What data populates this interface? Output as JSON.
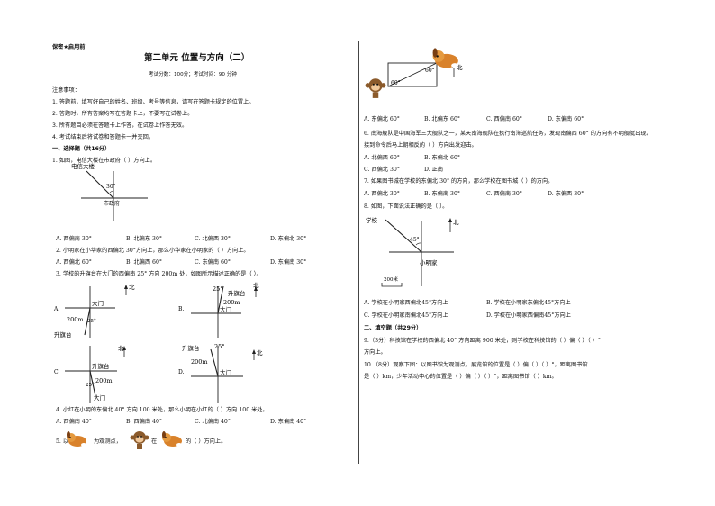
{
  "header": {
    "secret": "保密★启用前",
    "title": "第二单元 位置与方向（二）",
    "meta": "考试分数：100分；考试时间：90 分钟"
  },
  "notes": {
    "heading": "注意事项：",
    "items": [
      "1. 答题前，填写好自己的姓名、班级、考号等信息，请写在答题卡规定的位置上。",
      "2. 答题时，所有答案均写在答题卡上，不要写在试卷上。",
      "3. 所有题目必须在答题卡上作答，在试卷上作答无效。",
      "4. 考试结束后将试卷和答题卡一并交回。"
    ]
  },
  "section1": {
    "heading": "一、选择题（共16分）"
  },
  "q1": {
    "text": "1. 如图，电信大楼在市政府（        ）方向上。",
    "fig": {
      "top": "电信大楼",
      "bottom": "市政府",
      "angle": "30°"
    },
    "options": [
      "A. 西偏南 30°",
      "B. 北偏东 30°",
      "C. 北偏西 30°",
      "D. 东偏北 30°"
    ]
  },
  "q2": {
    "text": "2. 小明家在小华家的西偏北 30°方向上，那么小华家在小明家的（        ）方向上。",
    "options": [
      "A. 西偏北 60°",
      "B. 北偏西 60°",
      "C. 东偏南 60°",
      "D. 东偏南 30°"
    ]
  },
  "q3": {
    "text": "3. 学校的升旗台在大门的西偏南 25° 方向 200m 处，如图所示描述正确的是（        ）。",
    "labels": {
      "a": "A.",
      "b": "B.",
      "c": "C.",
      "d": "D.",
      "north": "北",
      "gate": "大门",
      "flag": "升旗台",
      "dist": "200m",
      "deg": "25°"
    }
  },
  "q4": {
    "text": "4. 小红在小明的东偏北 40° 方向 100 米处，那么小明在小红的（        ）方向 100 米处。",
    "options": [
      "A. 西偏南 40°",
      "B. 西偏南 40°",
      "C. 北偏南 40°",
      "D. 东偏南 40°"
    ]
  },
  "q5": {
    "text_a": "5. 以",
    "text_b": "为观测点，",
    "text_c": "在",
    "text_d": "的（        ）方向上。"
  },
  "q5r": {
    "fig": {
      "angle1": "60°",
      "angle2": "60°",
      "north": "北"
    },
    "options": [
      "A. 东偏北 60°",
      "B. 北偏东 60°",
      "C. 西偏南 60°",
      "D. 东偏南 60°"
    ]
  },
  "q6": {
    "text1": "6. 南海舰队是中国海军三大舰队之一，某天南海舰队在执行南海巡航任务，发现南偏西 60° 的方向有不明舰艇出现，",
    "text2": "接到命令后马上朝相反的（        ）方向出发迎击。",
    "options": [
      "A. 北偏西 60°",
      "B. 东偏北 60°",
      "C. 西偏北 30°",
      "D. 正南"
    ]
  },
  "q7": {
    "text": "7. 如果图书城在学校的东偏北 30° 的方向，那么学校在图书城（        ）的方向。",
    "options": [
      "A. 西偏北 30°",
      "B. 东偏南 30°",
      "C. 西偏南 30°",
      "D. 东偏西 30°"
    ]
  },
  "q8": {
    "text": "8. 如图，下面说法正确的是（        ）。",
    "fig": {
      "school": "学校",
      "north": "北",
      "angle": "45°",
      "home": "小明家",
      "scale": "200米"
    },
    "options": [
      "A. 学校在小明家西偏北45°方向上",
      "B. 学校在小明家东偏北45°方向上",
      "C. 学校在小明家南偏北45°方向上",
      "D. 学校在小明家西偏南45°方向上"
    ]
  },
  "section2": {
    "heading": "二、填空题（共29分）"
  },
  "q9": {
    "text1": "9.（3分）科技馆在学校的西偏北 40° 方向距离 900 米处，则学校在科技馆的（        ）偏（        ）（        ）°",
    "text2": "方向上。"
  },
  "q10": {
    "text1": "10.（8分）观察下图：以图书馆为观测点，展览馆的位置是（        ）偏（        ）（        ）°，距离图书馆",
    "text2": "是（        ）km，少年活动中心的位置是（        ）偏（        ）（        ）°，距离图书馆（        ）km。"
  }
}
